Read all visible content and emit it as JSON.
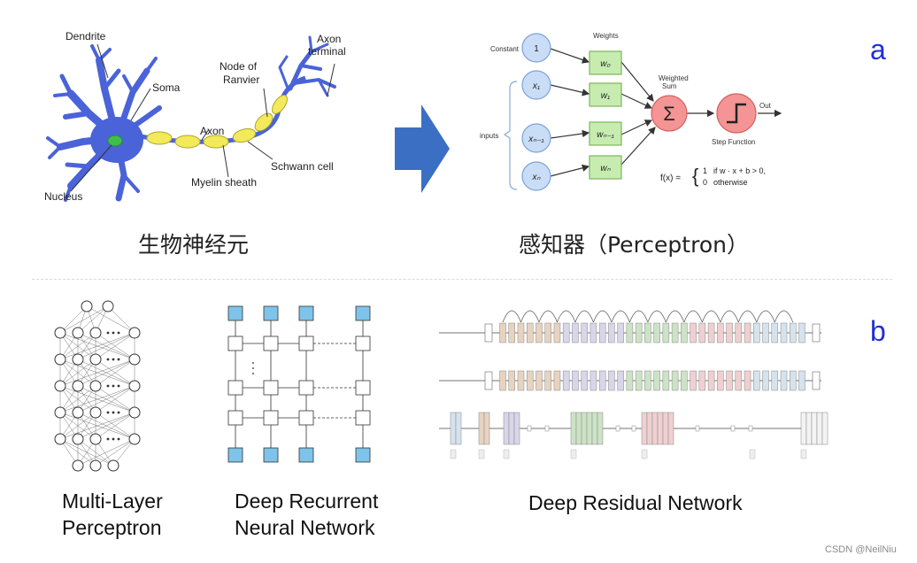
{
  "panel_a": {
    "letter": "a",
    "neuron": {
      "caption": "生物神经元",
      "labels": {
        "dendrite": "Dendrite",
        "soma": "Soma",
        "nucleus": "Nucleus",
        "axon": "Axon",
        "node_of_ranvier_line1": "Node of",
        "node_of_ranvier_line2": "Ranvier",
        "axon_terminal_line1": "Axon",
        "axon_terminal_line2": "terminal",
        "schwann_cell": "Schwann cell",
        "myelin_sheath": "Myelin sheath"
      }
    },
    "perceptron": {
      "caption": "感知器（Perceptron）",
      "labels": {
        "constant": "Constant",
        "weights": "Weights",
        "inputs": "inputs",
        "weighted_sum_line1": "Weighted",
        "weighted_sum_line2": "Sum",
        "out": "Out",
        "step_function": "Step Function",
        "bias_node": "1",
        "sum_symbol": "Σ",
        "x1": "x₁",
        "xn1": "xₙ₋₁",
        "xn": "xₙ",
        "w0": "w₀",
        "w1": "w₁",
        "wn1": "wₙ₋₁",
        "wn": "wₙ",
        "formula_lhs": "f(x) =",
        "formula_case1_value": "1",
        "formula_case1_cond": "if  w · x + b > 0,",
        "formula_case2_value": "0",
        "formula_case2_cond": "otherwise"
      }
    }
  },
  "panel_b": {
    "letter": "b",
    "mlp_caption_line1": "Multi-Layer",
    "mlp_caption_line2": "Perceptron",
    "rnn_caption_line1": "Deep Recurrent",
    "rnn_caption_line2": "Neural Network",
    "resnet_caption": "Deep Residual Network"
  },
  "watermark": "CSDN @NeilNiu",
  "colors": {
    "neuron_body": "#4a63d8",
    "myelin": "#f2ea5a",
    "nucleus": "#3fbf4a",
    "arrow": "#3a6fc4",
    "input_node": "#c9ddf7",
    "weight_box": "#c7ecb0",
    "sum_node": "#f49494",
    "rnn_io": "#7ec3ea",
    "panel_letter": "#1f2fd6"
  }
}
